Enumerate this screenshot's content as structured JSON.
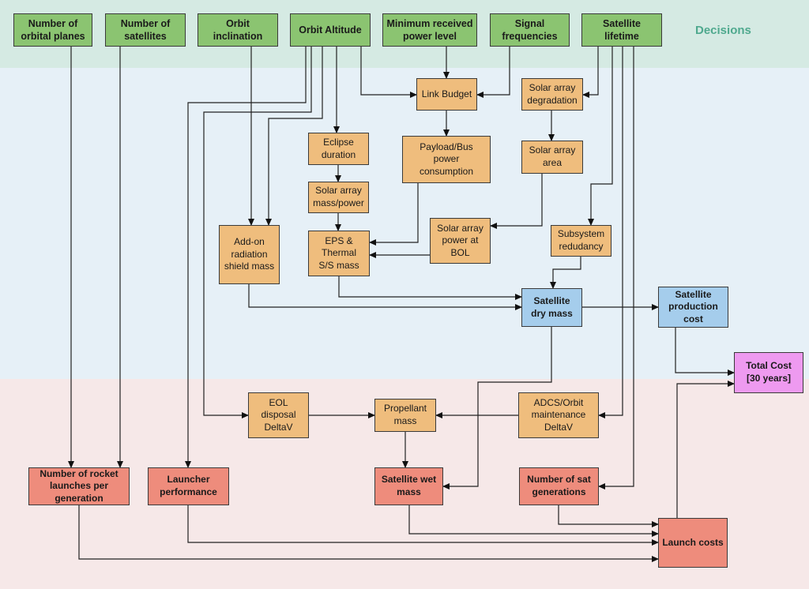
{
  "band_label": "Decisions",
  "nodes": {
    "num_planes": "Number of\norbital planes",
    "num_sats": "Number of\nsatellites",
    "orbit_incl": "Orbit\ninclination",
    "orbit_alt": "Orbit Altitude",
    "min_power": "Minimum received\npower level",
    "signal_freq": "Signal\nfrequencies",
    "sat_life": "Satellite\nlifetime",
    "link_budget": "Link Budget",
    "sa_degradation": "Solar array\ndegradation",
    "eclipse": "Eclipse\nduration",
    "payload_power": "Payload/Bus\npower\nconsumption",
    "sa_area": "Solar array\narea",
    "sa_mass_power": "Solar array\nmass/power",
    "sa_power_bol": "Solar array\npower at\nBOL",
    "subsystem_red": "Subsystem\nredudancy",
    "radiation": "Add-on\nradiation\nshield mass",
    "eps_thermal": "EPS &\nThermal\nS/S mass",
    "dry_mass": "Satellite\ndry mass",
    "prod_cost": "Satellite\nproduction\ncost",
    "total_cost": "Total Cost\n[30 years]",
    "eol_dv": "EOL\ndisposal\nDeltaV",
    "propellant": "Propellant\nmass",
    "adcs_dv": "ADCS/Orbit\nmaintenance\nDeltaV",
    "rocket_launches": "Number of rocket\nlaunches per\ngeneration",
    "launcher_perf": "Launcher\nperformance",
    "wet_mass": "Satellite wet\nmass",
    "sat_generations": "Number of sat\ngenerations",
    "launch_costs": "Launch costs"
  }
}
